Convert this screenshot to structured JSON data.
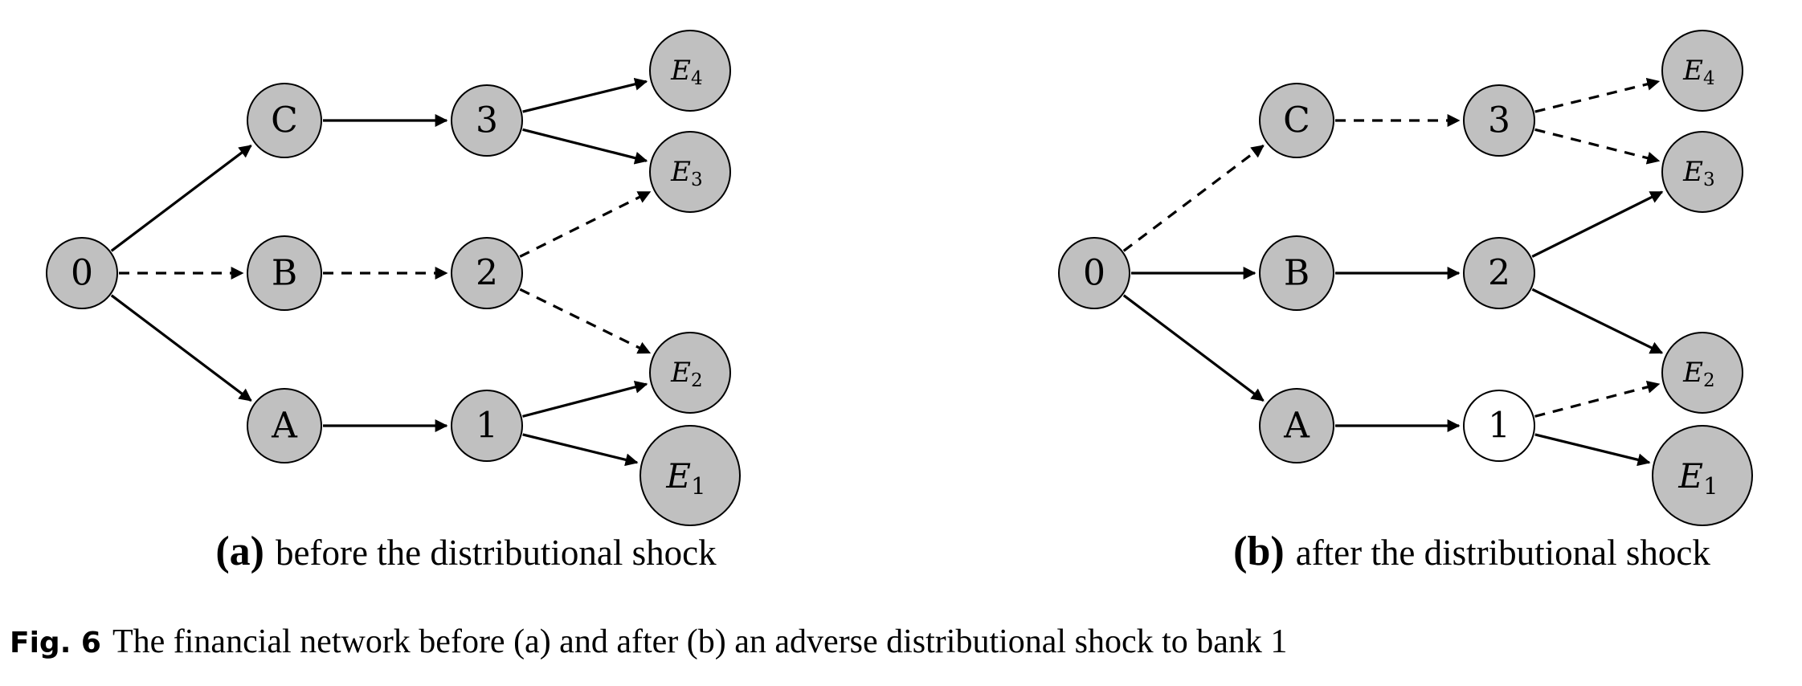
{
  "panels": [
    {
      "tag": "(a)",
      "subcaption": "before the distributional shock",
      "nodes": [
        {
          "id": "0",
          "label": "0",
          "fill": "#c0c0c0"
        },
        {
          "id": "C",
          "label": "C",
          "fill": "#c0c0c0"
        },
        {
          "id": "B",
          "label": "B",
          "fill": "#c0c0c0"
        },
        {
          "id": "A",
          "label": "A",
          "fill": "#c0c0c0"
        },
        {
          "id": "3",
          "label": "3",
          "fill": "#c0c0c0"
        },
        {
          "id": "2",
          "label": "2",
          "fill": "#c0c0c0"
        },
        {
          "id": "1",
          "label": "1",
          "fill": "#c0c0c0"
        },
        {
          "id": "E4",
          "label": "E",
          "sub": "4",
          "fill": "#c0c0c0"
        },
        {
          "id": "E3",
          "label": "E",
          "sub": "3",
          "fill": "#c0c0c0"
        },
        {
          "id": "E2",
          "label": "E",
          "sub": "2",
          "fill": "#c0c0c0"
        },
        {
          "id": "E1",
          "label": "E",
          "sub": "1",
          "fill": "#c0c0c0"
        }
      ],
      "edges": [
        {
          "from": "0",
          "to": "C",
          "style": "solid"
        },
        {
          "from": "0",
          "to": "B",
          "style": "dashed"
        },
        {
          "from": "0",
          "to": "A",
          "style": "solid"
        },
        {
          "from": "C",
          "to": "3",
          "style": "solid"
        },
        {
          "from": "B",
          "to": "2",
          "style": "dashed"
        },
        {
          "from": "A",
          "to": "1",
          "style": "solid"
        },
        {
          "from": "3",
          "to": "E4",
          "style": "solid"
        },
        {
          "from": "3",
          "to": "E3",
          "style": "solid"
        },
        {
          "from": "2",
          "to": "E3",
          "style": "dashed"
        },
        {
          "from": "2",
          "to": "E2",
          "style": "dashed"
        },
        {
          "from": "1",
          "to": "E2",
          "style": "solid"
        },
        {
          "from": "1",
          "to": "E1",
          "style": "solid"
        }
      ]
    },
    {
      "tag": "(b)",
      "subcaption": "after the distributional shock",
      "nodes": [
        {
          "id": "0",
          "label": "0",
          "fill": "#c0c0c0"
        },
        {
          "id": "C",
          "label": "C",
          "fill": "#c0c0c0"
        },
        {
          "id": "B",
          "label": "B",
          "fill": "#c0c0c0"
        },
        {
          "id": "A",
          "label": "A",
          "fill": "#c0c0c0"
        },
        {
          "id": "3",
          "label": "3",
          "fill": "#c0c0c0"
        },
        {
          "id": "2",
          "label": "2",
          "fill": "#c0c0c0"
        },
        {
          "id": "1",
          "label": "1",
          "fill": "#ffffff"
        },
        {
          "id": "E4",
          "label": "E",
          "sub": "4",
          "fill": "#c0c0c0"
        },
        {
          "id": "E3",
          "label": "E",
          "sub": "3",
          "fill": "#c0c0c0"
        },
        {
          "id": "E2",
          "label": "E",
          "sub": "2",
          "fill": "#c0c0c0"
        },
        {
          "id": "E1",
          "label": "E",
          "sub": "1",
          "fill": "#c0c0c0"
        }
      ],
      "edges": [
        {
          "from": "0",
          "to": "C",
          "style": "dashed"
        },
        {
          "from": "0",
          "to": "B",
          "style": "solid"
        },
        {
          "from": "0",
          "to": "A",
          "style": "solid"
        },
        {
          "from": "C",
          "to": "3",
          "style": "dashed"
        },
        {
          "from": "B",
          "to": "2",
          "style": "solid"
        },
        {
          "from": "A",
          "to": "1",
          "style": "solid"
        },
        {
          "from": "3",
          "to": "E4",
          "style": "dashed"
        },
        {
          "from": "3",
          "to": "E3",
          "style": "dashed"
        },
        {
          "from": "2",
          "to": "E3",
          "style": "solid"
        },
        {
          "from": "2",
          "to": "E2",
          "style": "solid"
        },
        {
          "from": "1",
          "to": "E2",
          "style": "dashed"
        },
        {
          "from": "1",
          "to": "E1",
          "style": "solid"
        }
      ]
    }
  ],
  "caption": {
    "label": "Fig. 6",
    "text": "The financial network before (a) and after (b) an adverse distributional shock to bank 1"
  }
}
